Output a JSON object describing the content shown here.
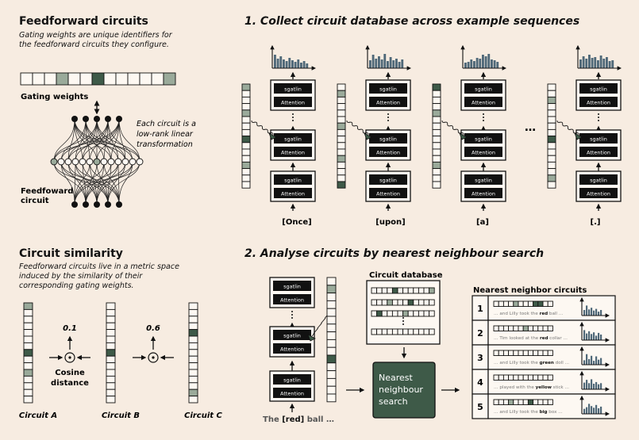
{
  "panels": {
    "feedforward": {
      "title": "Feedforward circuits",
      "desc": [
        "Gating weights are unique identifiers for",
        "the feedforward circuits they configure."
      ],
      "gating_label": "Gating weights",
      "gating_cells": [
        "e",
        "e",
        "e",
        "g",
        "e",
        "e",
        "d",
        "e",
        "e",
        "e",
        "e",
        "e",
        "g"
      ],
      "circuit_note": [
        "Each circuit is a",
        "low-rank linear",
        "transformation"
      ],
      "circuit_label": [
        "Feedfoward",
        "circuit"
      ]
    },
    "collect": {
      "title": "1. Collect circuit database across example sequences",
      "block_labels": {
        "top": "sgatlin",
        "bottom": "Attention"
      },
      "ellipsis": "…",
      "tokens": [
        "[Once]",
        "[upon]",
        "[a]",
        "[.]"
      ],
      "hist_bars": [
        [
          0.85,
          0.6,
          0.75,
          0.55,
          0.45,
          0.65,
          0.5,
          0.4,
          0.55,
          0.35,
          0.45,
          0.3
        ],
        [
          0.5,
          0.85,
          0.6,
          0.75,
          0.55,
          0.9,
          0.45,
          0.7,
          0.5,
          0.6,
          0.4,
          0.55
        ],
        [
          0.35,
          0.4,
          0.55,
          0.45,
          0.65,
          0.6,
          0.85,
          0.75,
          0.9,
          0.55,
          0.5,
          0.4
        ],
        [
          0.55,
          0.75,
          0.6,
          0.85,
          0.65,
          0.7,
          0.5,
          0.8,
          0.6,
          0.7,
          0.45,
          0.5
        ]
      ],
      "columns": [
        [
          "g",
          "e",
          "e",
          "e",
          "g",
          "e",
          "e",
          "e",
          "d",
          "e",
          "e",
          "e",
          "g",
          "e",
          "e",
          "e"
        ],
        [
          "e",
          "g",
          "e",
          "e",
          "e",
          "e",
          "g",
          "e",
          "e",
          "e",
          "e",
          "g",
          "e",
          "e",
          "e",
          "d"
        ],
        [
          "d",
          "e",
          "e",
          "e",
          "g",
          "e",
          "e",
          "e",
          "e",
          "e",
          "e",
          "e",
          "g",
          "e",
          "e",
          "e"
        ],
        [
          "e",
          "e",
          "g",
          "e",
          "e",
          "e",
          "e",
          "e",
          "d",
          "e",
          "e",
          "e",
          "e",
          "e",
          "g",
          "e"
        ]
      ]
    },
    "similarity": {
      "title": "Circuit similarity",
      "desc": [
        "Feedforward circuits live in a metric space",
        "induced by the similarity of their",
        "corresponding gating weights."
      ],
      "values": [
        "0.1",
        "0.6"
      ],
      "cosine_label": [
        "Cosine",
        "distance"
      ],
      "circuit_names": [
        "Circuit A",
        "Circuit B",
        "Circuit C"
      ],
      "columns": [
        [
          "g",
          "e",
          "e",
          "e",
          "e",
          "e",
          "e",
          "d",
          "e",
          "e",
          "g",
          "e",
          "e",
          "e",
          "e"
        ],
        [
          "e",
          "e",
          "e",
          "e",
          "e",
          "e",
          "e",
          "d",
          "e",
          "e",
          "e",
          "e",
          "e",
          "e",
          "e"
        ],
        [
          "e",
          "e",
          "e",
          "e",
          "d",
          "e",
          "e",
          "e",
          "e",
          "e",
          "e",
          "e",
          "e",
          "g",
          "e"
        ]
      ]
    },
    "analyse": {
      "title": "2. Analyse circuits by nearest neighbour search",
      "query_prefix": "The ",
      "query_token": "[red]",
      "query_suffix": " ball …",
      "database_label": "Circuit database",
      "search_label": [
        "Nearest",
        "neighbour",
        "search"
      ],
      "search_color": "#3e5a48",
      "neighbors_title": "Nearest neighbor circuits",
      "query_column": [
        "e",
        "g",
        "e",
        "e",
        "e",
        "e",
        "e",
        "e",
        "e",
        "e",
        "d",
        "e",
        "e",
        "e",
        "e",
        "e"
      ],
      "db_rows": [
        [
          "e",
          "e",
          "e",
          "e",
          "d",
          "e",
          "e",
          "e",
          "e",
          "e",
          "e",
          "g"
        ],
        [
          "e",
          "e",
          "e",
          "g",
          "e",
          "e",
          "e",
          "d",
          "e",
          "e",
          "e",
          "e"
        ],
        [
          "e",
          "d",
          "e",
          "e",
          "e",
          "e",
          "g",
          "e",
          "e",
          "e",
          "e",
          "e"
        ],
        [
          "e",
          "e",
          "e",
          "e",
          "e",
          "e",
          "e",
          "e",
          "e",
          "e",
          "e",
          "e"
        ]
      ],
      "neighbors": [
        {
          "rank": "1",
          "prefix": "… and Lilly took the ",
          "word": "red",
          "suffix": " ball …",
          "cells": [
            "e",
            "e",
            "e",
            "e",
            "g",
            "e",
            "e",
            "e",
            "d",
            "d",
            "e",
            "e"
          ],
          "bars": [
            0.5,
            0.9,
            0.55,
            0.7,
            0.45,
            0.6,
            0.35,
            0.5
          ]
        },
        {
          "rank": "2",
          "prefix": "… Tim looked at the ",
          "word": "red",
          "suffix": " collar …",
          "cells": [
            "e",
            "e",
            "e",
            "e",
            "e",
            "e",
            "g",
            "e",
            "e",
            "e",
            "e",
            "e"
          ],
          "bars": [
            0.9,
            0.6,
            0.8,
            0.55,
            0.7,
            0.4,
            0.65,
            0.5
          ]
        },
        {
          "rank": "3",
          "prefix": "… and Lilly took the ",
          "word": "green",
          "suffix": " doll …",
          "cells": [
            "e",
            "e",
            "e",
            "e",
            "e",
            "e",
            "e",
            "e",
            "e",
            "e",
            "e",
            "e"
          ],
          "bars": [
            0.4,
            0.95,
            0.5,
            0.8,
            0.35,
            0.75,
            0.45,
            0.6
          ]
        },
        {
          "rank": "4",
          "prefix": "… played with the ",
          "word": "yellow",
          "suffix": " stick …",
          "cells": [
            "e",
            "e",
            "e",
            "e",
            "e",
            "e",
            "e",
            "e",
            "e",
            "e",
            "e",
            "e"
          ],
          "bars": [
            0.6,
            0.85,
            0.55,
            0.9,
            0.5,
            0.65,
            0.45,
            0.55
          ]
        },
        {
          "rank": "5",
          "prefix": "… and Lilly took the ",
          "word": "big",
          "suffix": " box …",
          "cells": [
            "e",
            "e",
            "e",
            "g",
            "e",
            "e",
            "e",
            "d",
            "e",
            "e",
            "e",
            "e"
          ],
          "bars": [
            0.45,
            0.6,
            0.9,
            0.7,
            0.55,
            0.8,
            0.5,
            0.65
          ]
        }
      ]
    }
  }
}
